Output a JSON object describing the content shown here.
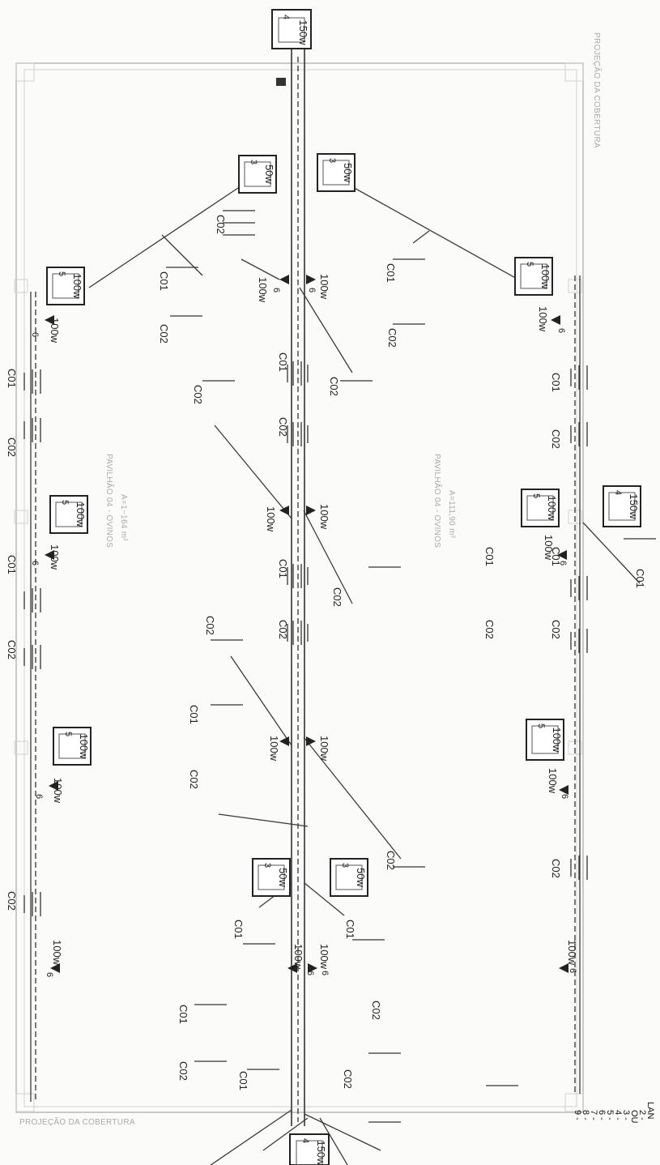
{
  "labels": {
    "watt_150": "150w",
    "watt_100": "100w",
    "watt_50": "50w",
    "circuit_1": "C01",
    "circuit_2": "C02",
    "num_3": "3",
    "num_4": "4",
    "num_5": "5",
    "num_6": "6"
  },
  "rooms": {
    "left_area": "A=1~164 m²",
    "left_name": "PAVILHÃO 04 - OVINOS",
    "right_area": "A=111,90 m²",
    "right_name": "PAVILHÃO 04 - OVINOS",
    "top_wall_note": "PROJEÇÃO DA COBERTURA",
    "bottom_wall_note": "PROJEÇÃO DA COBERTURA"
  },
  "legend": {
    "lines": [
      "LAN",
      "2 -",
      "OU",
      "3 -",
      "4 -",
      "5 -",
      "6 -",
      "7 -",
      "8 -",
      "9 -"
    ]
  },
  "colors": {
    "line": "#333333",
    "wall": "#bdbdbd",
    "paper": "#fbfbf9"
  }
}
